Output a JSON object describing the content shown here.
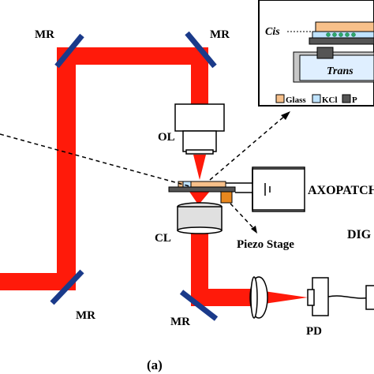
{
  "labels": {
    "mr_top_left": "MR",
    "mr_top_right": "MR",
    "mr_bottom_left": "MR",
    "mr_bottom_right": "MR",
    "ol": "OL",
    "cl": "CL",
    "piezo": "Piezo Stage",
    "axopatch": "AXOPATCH",
    "dig": "DIG",
    "pd": "PD",
    "caption": "(a)"
  },
  "inset": {
    "cis": "Cis",
    "trans": "Trans",
    "legend": [
      {
        "label": "Glass",
        "color": "#f7c08a"
      },
      {
        "label": "KCl",
        "color": "#bfe3ff"
      },
      {
        "label": "P",
        "color": "#555555"
      }
    ]
  },
  "colors": {
    "beam": "#ff1a0a",
    "mirror": "#1a3a8a",
    "glass": "#f7c08a",
    "stage": "#e8871e",
    "kcl": "#bfe3ff",
    "lens_gray": "#e0e0e0"
  }
}
